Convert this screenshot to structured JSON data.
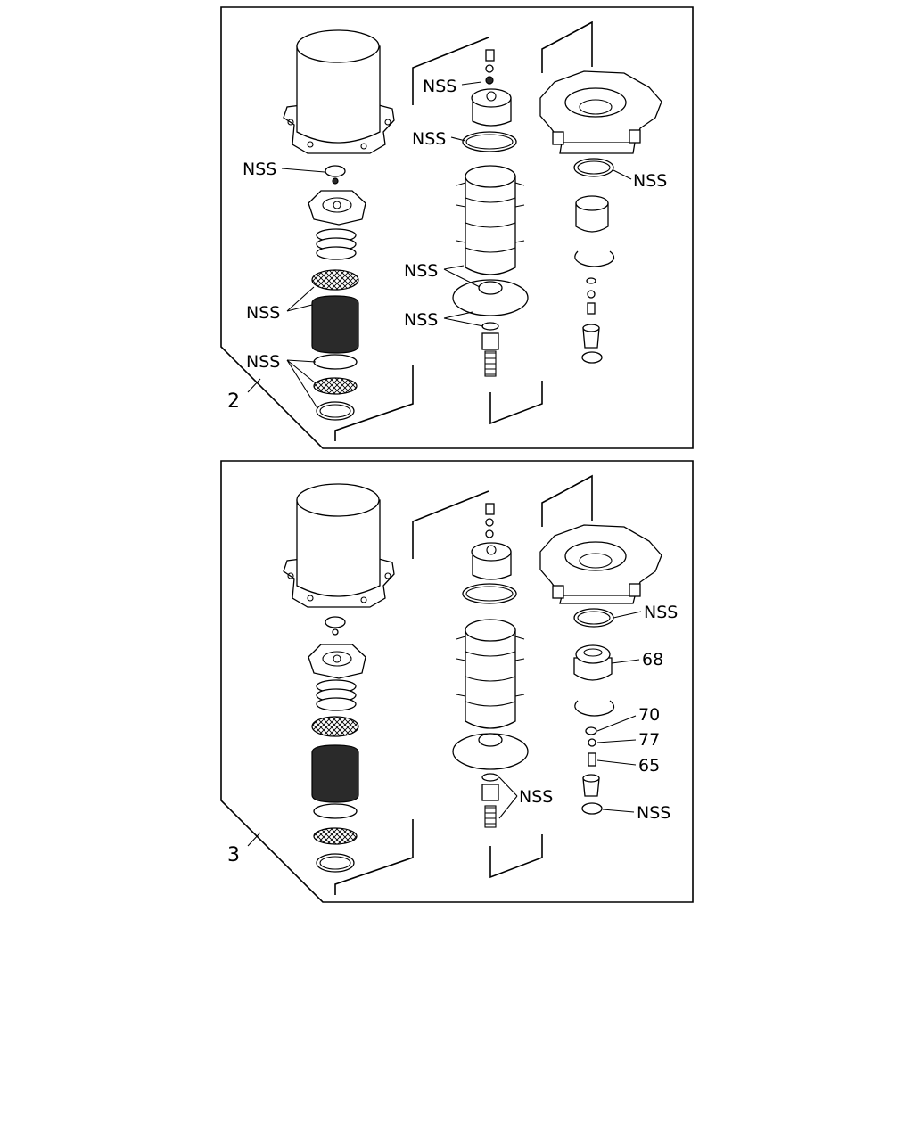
{
  "panels": [
    {
      "id": "panel-2",
      "number": "2",
      "labels": {
        "nss_a": "NSS",
        "nss_b": "NSS",
        "nss_c": "NSS",
        "nss_d": "NSS",
        "nss_e": "NSS",
        "nss_f": "NSS",
        "nss_g": "NSS",
        "nss_h": "NSS"
      }
    },
    {
      "id": "panel-3",
      "number": "3",
      "labels": {
        "nss_a": "NSS",
        "nss_b": "NSS",
        "nss_c": "NSS",
        "p68": "68",
        "p70": "70",
        "p77": "77",
        "p65": "65"
      }
    }
  ]
}
